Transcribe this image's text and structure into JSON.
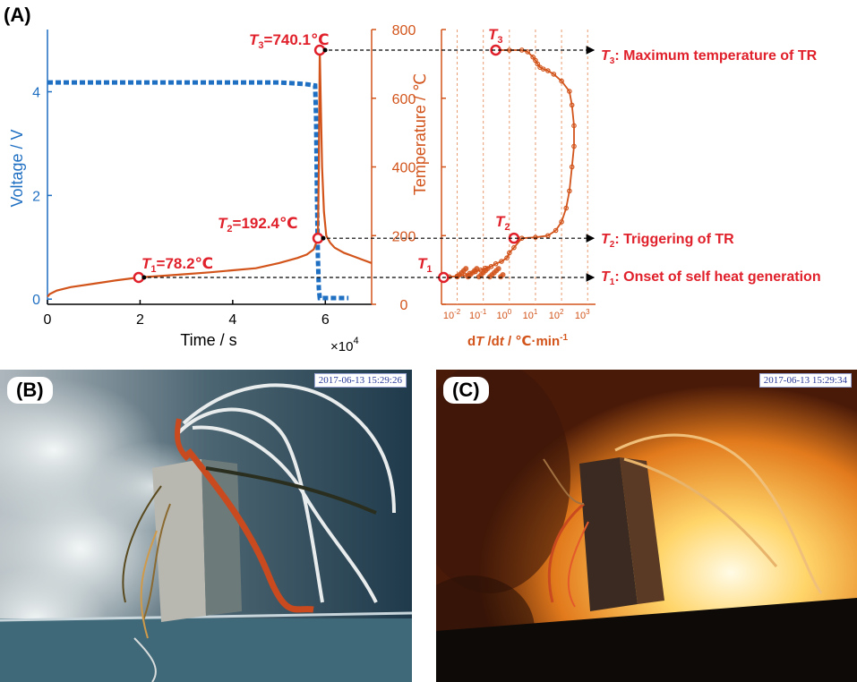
{
  "panelA": {
    "label": "(A)",
    "voltage_axis_label": "Voltage / V",
    "time_axis_label": "Time / s",
    "time_exponent": "×10",
    "time_exponent_power": "4",
    "temperature_axis_label": "Temperature / ℃",
    "rate_axis_label": {
      "d1": "d",
      "T": "T",
      "slash1": " /d",
      "t": "t",
      "rest": " / ℃·min",
      "sup": "-1"
    },
    "left_ticks": [
      "0",
      "2",
      "4"
    ],
    "time_ticks": [
      "0",
      "2",
      "4",
      "6"
    ],
    "temp_ticks": [
      "0",
      "200",
      "400",
      "600",
      "800"
    ],
    "rate_ticks": [
      {
        "base": "10",
        "exp": "-2"
      },
      {
        "base": "10",
        "exp": "-1"
      },
      {
        "base": "10",
        "exp": "0"
      },
      {
        "base": "10",
        "exp": "1"
      },
      {
        "base": "10",
        "exp": "2"
      },
      {
        "base": "10",
        "exp": "3"
      }
    ],
    "points": {
      "T1": {
        "sym": "T",
        "sub": "1",
        "value": "=78.2℃"
      },
      "T2": {
        "sym": "T",
        "sub": "2",
        "value": "=192.4℃"
      },
      "T3": {
        "sym": "T",
        "sub": "3",
        "value": "=740.1℃"
      }
    },
    "annotations": {
      "T3": {
        "sym": "T",
        "sub": "3",
        "text": ": Maximum temperature of TR"
      },
      "T2": {
        "sym": "T",
        "sub": "2",
        "text": ": Triggering of TR"
      },
      "T1": {
        "sym": "T",
        "sub": "1",
        "text": ": Onset of self heat generation"
      }
    },
    "colors": {
      "voltage": "#1f6fc2",
      "temperature": "#d2541b",
      "marker": "#e0202a",
      "grid": "#e89a70"
    }
  },
  "panelB": {
    "label": "(B)",
    "timestamp": "2017-06-13 15:29:26"
  },
  "panelC": {
    "label": "(C)",
    "timestamp": "2017-06-13 15:29:34"
  },
  "chart_data": [
    {
      "type": "line",
      "title": "",
      "xlabel": "Time / s",
      "x_scale_note": "×10^4",
      "xlim": [
        0,
        7
      ],
      "series": [
        {
          "name": "Voltage",
          "axis": "left",
          "ylabel": "Voltage / V",
          "ylim": [
            -0.1,
            5.2
          ],
          "style": "dotted",
          "x": [
            0,
            0.05,
            1,
            2,
            3,
            4,
            5,
            5.55,
            5.78,
            5.8,
            5.82,
            5.84,
            5.86,
            5.88,
            6.2,
            6.5
          ],
          "values": [
            4.18,
            4.18,
            4.18,
            4.18,
            4.18,
            4.18,
            4.18,
            4.15,
            4.12,
            3.5,
            2.0,
            0.8,
            0.2,
            0.02,
            0.02,
            0.02
          ]
        },
        {
          "name": "Temperature",
          "axis": "right",
          "ylabel": "Temperature / ℃",
          "ylim": [
            0,
            800
          ],
          "style": "solid",
          "x": [
            0.0,
            0.05,
            0.2,
            0.5,
            1.0,
            1.5,
            1.97,
            2.5,
            3.0,
            3.5,
            4.0,
            4.5,
            5.0,
            5.4,
            5.6,
            5.75,
            5.84,
            5.86,
            5.88,
            5.9,
            5.93,
            5.97,
            6.02,
            6.1,
            6.2,
            6.4,
            6.6,
            6.8,
            7.0
          ],
          "values": [
            22,
            30,
            40,
            50,
            60,
            70,
            78.2,
            83,
            88,
            93,
            99,
            105,
            120,
            135,
            145,
            160,
            192.4,
            400,
            740.1,
            600,
            400,
            270,
            200,
            180,
            165,
            150,
            140,
            130,
            120
          ]
        }
      ],
      "markers": [
        {
          "name": "T1",
          "x": 1.97,
          "y": 78.2
        },
        {
          "name": "T2",
          "x": 5.84,
          "y": 192.4
        },
        {
          "name": "T3",
          "x": 5.88,
          "y": 740.1
        }
      ]
    },
    {
      "type": "scatter",
      "title": "",
      "xlabel": "dT /dt / ℃·min-1",
      "ylabel": "Temperature / ℃",
      "x_scale": "log",
      "xlim": [
        0.0025,
        2000
      ],
      "ylim": [
        0,
        800
      ],
      "grid": "vertical dashed at decades",
      "series": [
        {
          "name": "dT/dt curve",
          "x": [
            0.003,
            0.005,
            0.01,
            0.02,
            0.03,
            0.05,
            0.08,
            0.12,
            0.2,
            0.3,
            0.5,
            0.8,
            1.0,
            1.5,
            3,
            10,
            30,
            60,
            100,
            150,
            200,
            250,
            300,
            300,
            250,
            200,
            100,
            50,
            30,
            20,
            15,
            12,
            10,
            8,
            5,
            3,
            1,
            0.3
          ],
          "values": [
            78.2,
            80,
            82,
            85,
            90,
            95,
            100,
            105,
            110,
            118,
            125,
            135,
            150,
            165,
            192.4,
            195,
            200,
            215,
            240,
            280,
            330,
            400,
            460,
            520,
            580,
            620,
            650,
            670,
            680,
            685,
            690,
            700,
            710,
            720,
            735,
            740.1,
            740,
            740.1
          ]
        }
      ],
      "markers": [
        {
          "name": "T1",
          "x": 0.003,
          "y": 78.2
        },
        {
          "name": "T2",
          "x": 1.5,
          "y": 192.4
        },
        {
          "name": "T3",
          "x": 0.3,
          "y": 740.1
        }
      ]
    }
  ]
}
